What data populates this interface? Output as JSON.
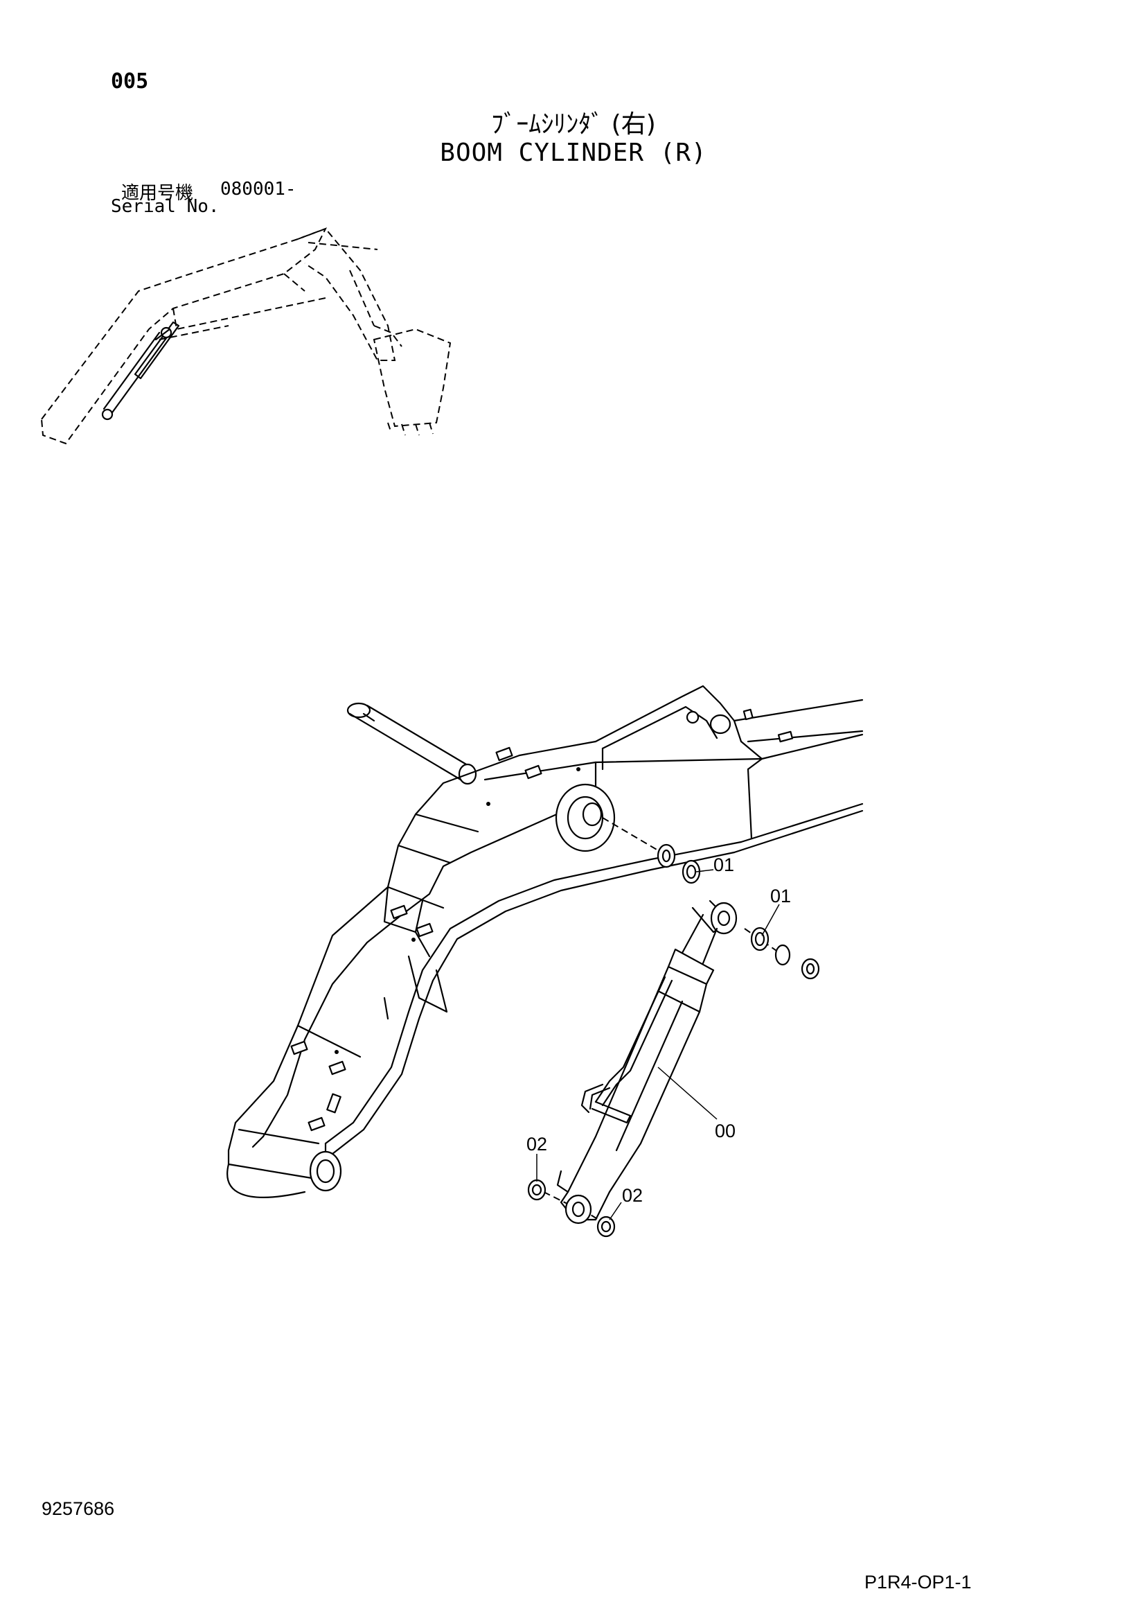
{
  "header": {
    "page_number": "005",
    "title_jp": "ﾌﾞｰﾑｼﾘﾝﾀﾞ (右)",
    "title_en": "BOOM CYLINDER (R)",
    "serial_label_jp": "適用号機",
    "serial_code": "080001-",
    "serial_label_en": "Serial No."
  },
  "callouts": [
    {
      "id": "01a",
      "label": "01"
    },
    {
      "id": "01b",
      "label": "01"
    },
    {
      "id": "00",
      "label": "00"
    },
    {
      "id": "02a",
      "label": "02"
    },
    {
      "id": "02b",
      "label": "02"
    }
  ],
  "footer": {
    "doc_number": "9257686",
    "page_ref": "P1R4-OP1-1"
  }
}
